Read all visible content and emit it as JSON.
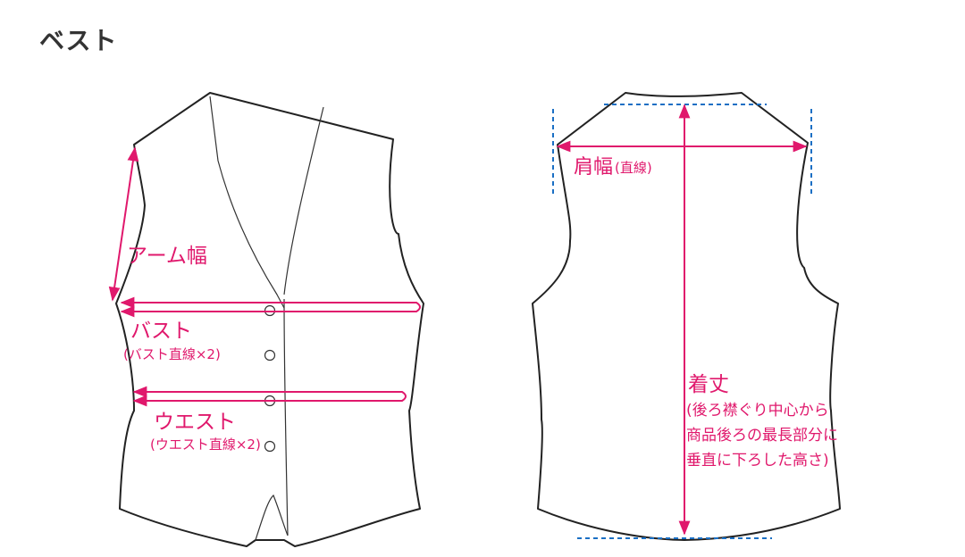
{
  "title": "ベスト",
  "colors": {
    "accent": "#e0186c",
    "dash": "#1a6fc4",
    "outline": "#222222",
    "page_bg": "#ffffff",
    "garment_fill": "#ffffff"
  },
  "front": {
    "arm_width": "アーム幅",
    "bust": "バスト",
    "bust_note": "(バスト直線×2)",
    "waist": "ウエスト",
    "waist_note": "(ウエスト直線×2)"
  },
  "back": {
    "shoulder_width": "肩幅",
    "shoulder_note": "(直線)",
    "length": "着丈",
    "length_note_1": "(後ろ襟ぐり中心から",
    "length_note_2": "商品後ろの最長部分に",
    "length_note_3": "垂直に下ろした高さ)"
  }
}
